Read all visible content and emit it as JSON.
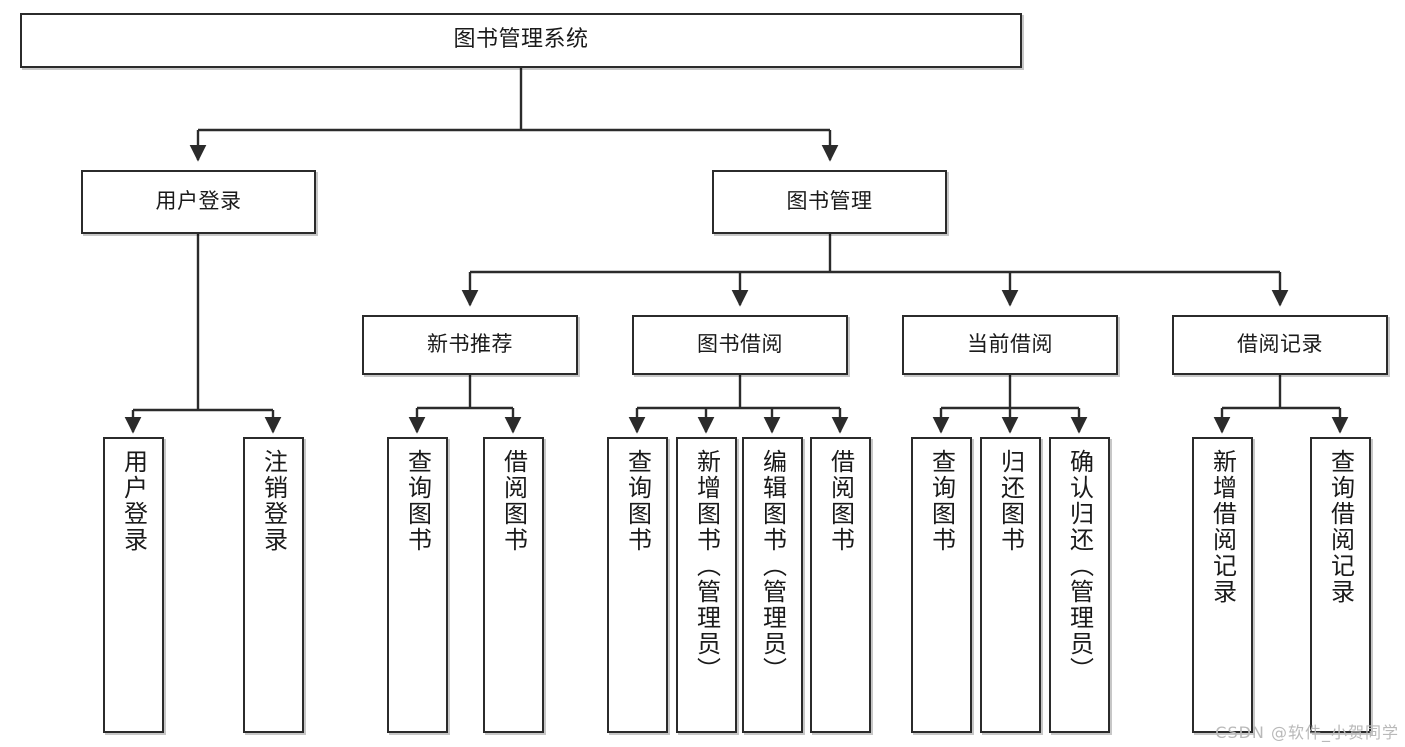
{
  "diagram": {
    "type": "tree-hierarchy",
    "title": "图书管理系统",
    "watermark": "CSDN @软件_小贺同学",
    "colors": {
      "box_border": "#2b2b2b",
      "box_fill": "#ffffff",
      "edge": "#2b2b2b",
      "text": "#1a1a1a",
      "watermark": "#b9b9b9"
    },
    "nodes": {
      "root": {
        "label": "图书管理系统"
      },
      "level2": [
        {
          "label": "用户登录"
        },
        {
          "label": "图书管理"
        }
      ],
      "level3": [
        {
          "label": "新书推荐"
        },
        {
          "label": "图书借阅"
        },
        {
          "label": "当前借阅"
        },
        {
          "label": "借阅记录"
        }
      ],
      "leaves": {
        "user_login": [
          {
            "label": "用户登录"
          },
          {
            "label": "注销登录"
          }
        ],
        "new_book_recommend": [
          {
            "label": "查询图书"
          },
          {
            "label": "借阅图书"
          }
        ],
        "book_borrow": [
          {
            "label": "查询图书"
          },
          {
            "label": "新增图书（管理员）"
          },
          {
            "label": "编辑图书（管理员）"
          },
          {
            "label": "借阅图书"
          }
        ],
        "current_borrow": [
          {
            "label": "查询图书"
          },
          {
            "label": "归还图书"
          },
          {
            "label": "确认归还（管理员）"
          }
        ],
        "borrow_record": [
          {
            "label": "新增借阅记录"
          },
          {
            "label": "查询借阅记录"
          }
        ]
      }
    }
  }
}
